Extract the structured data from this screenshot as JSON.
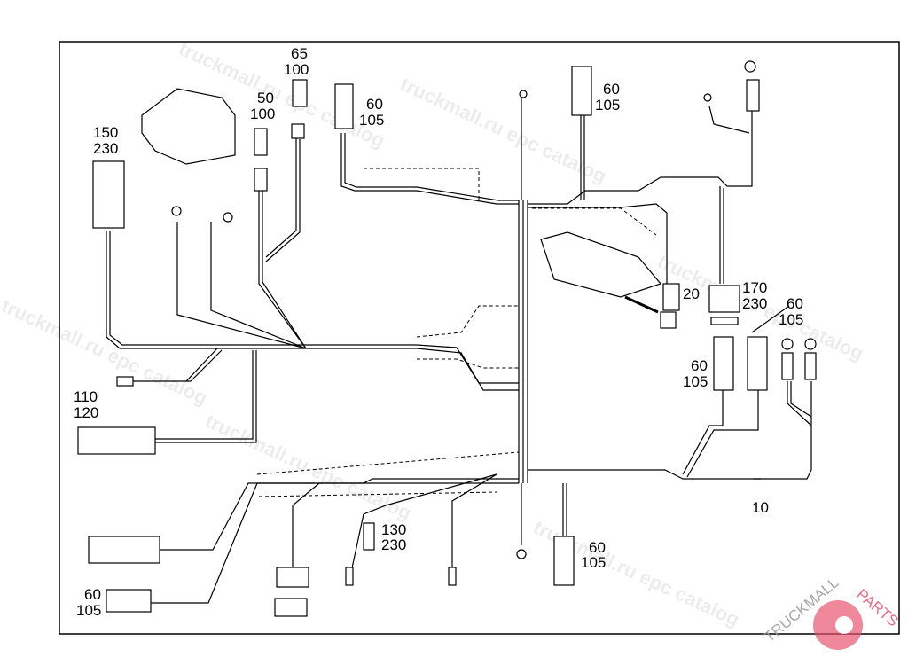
{
  "diagram": {
    "callouts": [
      {
        "id": "c1",
        "lines": [
          "65",
          "100"
        ]
      },
      {
        "id": "c2",
        "lines": [
          "50",
          "100"
        ]
      },
      {
        "id": "c3",
        "lines": [
          "150",
          "230"
        ]
      },
      {
        "id": "c4",
        "lines": [
          "60",
          "105"
        ]
      },
      {
        "id": "c5",
        "lines": [
          "60",
          "105"
        ]
      },
      {
        "id": "c6",
        "lines": [
          "20"
        ]
      },
      {
        "id": "c7",
        "lines": [
          "170",
          "230"
        ]
      },
      {
        "id": "c8",
        "lines": [
          "60",
          "105"
        ]
      },
      {
        "id": "c9",
        "lines": [
          "60",
          "105"
        ]
      },
      {
        "id": "c10",
        "lines": [
          "110",
          "120"
        ]
      },
      {
        "id": "c11",
        "lines": [
          "10"
        ]
      },
      {
        "id": "c12",
        "lines": [
          "130",
          "230"
        ]
      },
      {
        "id": "c13",
        "lines": [
          "60",
          "105"
        ]
      },
      {
        "id": "c14",
        "lines": [
          "60",
          "105"
        ]
      }
    ]
  },
  "watermark": {
    "text": "truckmall.ru epc catalog"
  },
  "logo": {
    "text_left": "TRUCKMALL",
    "text_right": "PARTS",
    "color": "#e8506e"
  }
}
